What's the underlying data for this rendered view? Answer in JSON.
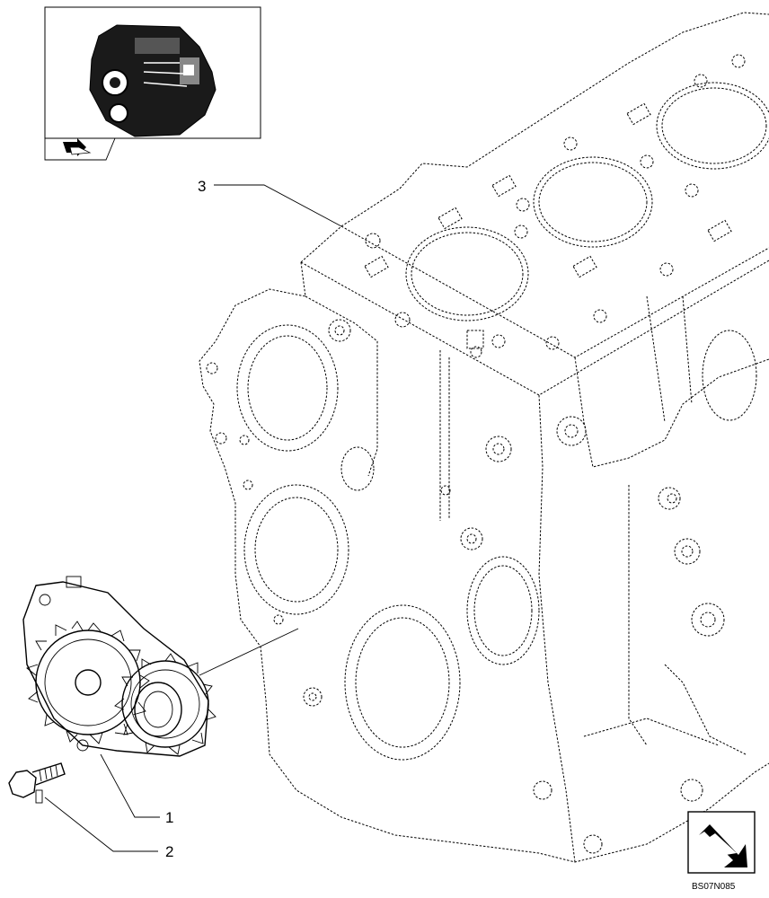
{
  "diagram": {
    "callouts": [
      {
        "id": "1",
        "label": "1"
      },
      {
        "id": "2",
        "label": "2"
      },
      {
        "id": "3",
        "label": "3"
      }
    ],
    "reference_code": "BS07N085",
    "icons": {
      "thumbnail": "engine-thumbnail-icon",
      "nav_back": "return-arrow-icon",
      "nav_next": "next-page-arrow-icon"
    },
    "parts": [
      "engine-block",
      "oil-pump",
      "gear-large",
      "gear-small",
      "bolt",
      "washer"
    ]
  }
}
